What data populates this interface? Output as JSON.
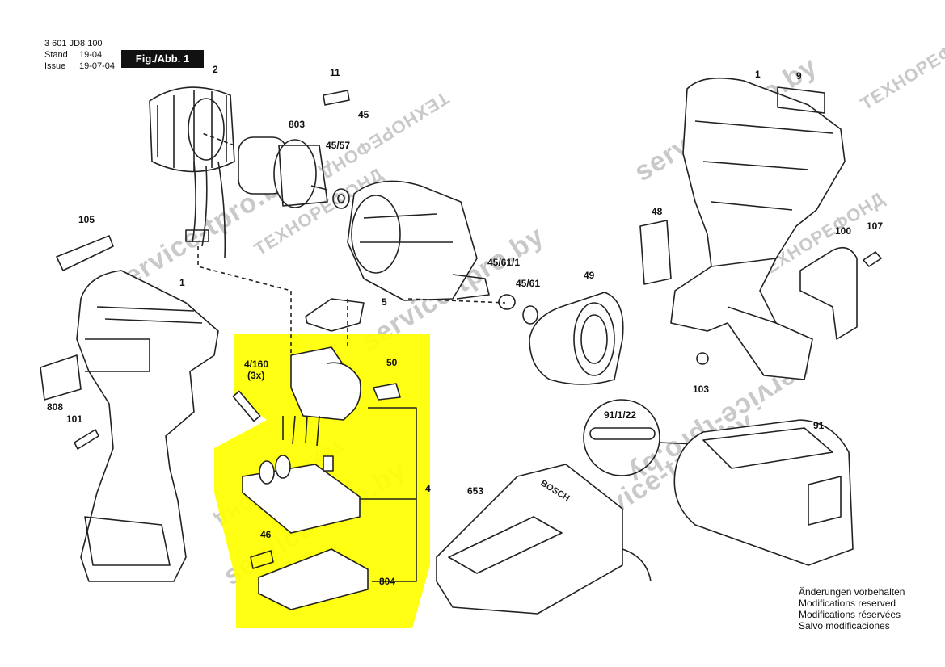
{
  "header": {
    "doc_number": "3 601 JD8 100",
    "stand_label": "Stand",
    "stand_value": "19-04",
    "issue_label": "Issue",
    "issue_value": "19-07-04",
    "figure_title": "Fig./Abb. 1"
  },
  "parts": {
    "p1_left": "1",
    "p1_right": "1",
    "p2": "2",
    "p4": "4",
    "p4_160": "4/160",
    "p4_160_qty": "(3x)",
    "p5": "5",
    "p9": "9",
    "p11": "11",
    "p45": "45",
    "p45_57": "45/57",
    "p45_61": "45/61",
    "p45_61_1": "45/61/1",
    "p46": "46",
    "p48": "48",
    "p49": "49",
    "p50": "50",
    "p91": "91",
    "p91_1_22": "91/1/22",
    "p100": "100",
    "p101": "101",
    "p103": "103",
    "p105": "105",
    "p107": "107",
    "p653": "653",
    "p803": "803",
    "p804": "804",
    "p808": "808"
  },
  "charger_brand": "BOSCH",
  "notes": [
    "Änderungen vorbehalten",
    "Modifications reserved",
    "Modifications réservées",
    "Salvo modificaciones"
  ],
  "watermarks": {
    "service": "service-tpro.by",
    "brand": "ТЕХНОРЕФОНД"
  },
  "colors": {
    "highlight": "#ffff00",
    "line": "#222222",
    "watermark": "#c9c9c9"
  }
}
